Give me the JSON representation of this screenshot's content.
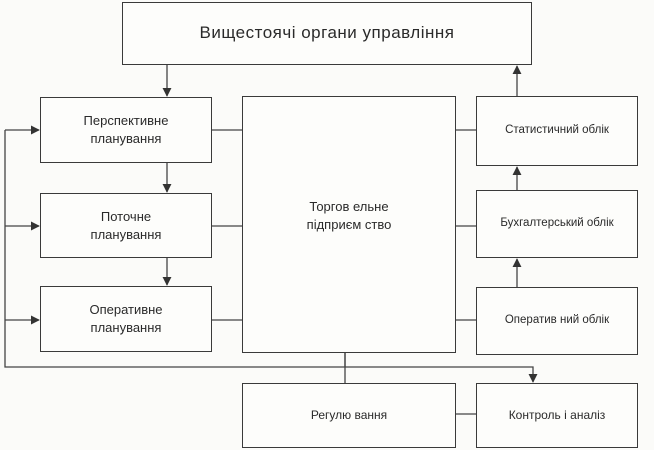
{
  "top": {
    "label": "Вищестоячі органи управління"
  },
  "left": {
    "perspective": [
      "Перспективне",
      "планування"
    ],
    "current": [
      "Поточне",
      "планування"
    ],
    "operational": [
      "Оперативне",
      "планування"
    ]
  },
  "center": {
    "lines": [
      "Торгов ельне",
      "підприєм ство"
    ]
  },
  "right": {
    "statistical": "Статистичний облік",
    "accounting": "Бухгалтерський облік",
    "operational": "Оператив ний облік"
  },
  "bottom": {
    "regulation": "Регулю вання",
    "control": "Контроль і аналіз"
  }
}
